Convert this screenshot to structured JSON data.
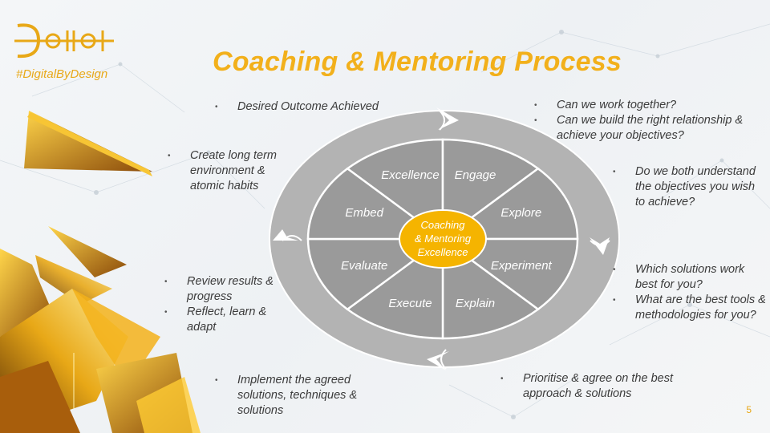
{
  "brand": {
    "tagline": "#DigitalByDesign"
  },
  "title": "Coaching & Mentoring Process",
  "wheel": {
    "center": [
      "Coaching",
      "& Mentoring",
      "Excellence"
    ],
    "segments": [
      "Excellence",
      "Engage",
      "Explore",
      "Experiment",
      "Explain",
      "Execute",
      "Evaluate",
      "Embed"
    ]
  },
  "notes": {
    "outcome": [
      "Desired Outcome Achieved"
    ],
    "engage": [
      "Can we work together?",
      "Can we build the right relationship & achieve your objectives?"
    ],
    "explore": [
      "Do we both understand the objectives you wish to achieve?"
    ],
    "experiment": [
      "Which solutions work best for you?",
      "What are the best tools & methodologies for you?"
    ],
    "explain": [
      "Prioritise & agree on the best approach & solutions"
    ],
    "execute": [
      "Implement the agreed solutions, techniques & solutions"
    ],
    "evaluate": [
      "Review results & progress",
      "Reflect, learn & adapt"
    ],
    "embed": [
      "Create long term environment & atomic habits"
    ]
  },
  "page_number": "5",
  "colors": {
    "accent": "#f2b01b",
    "wheel_fill": "#9a9a9a",
    "ring_fill": "#b3b3b3",
    "center_fill": "#f5b400"
  }
}
